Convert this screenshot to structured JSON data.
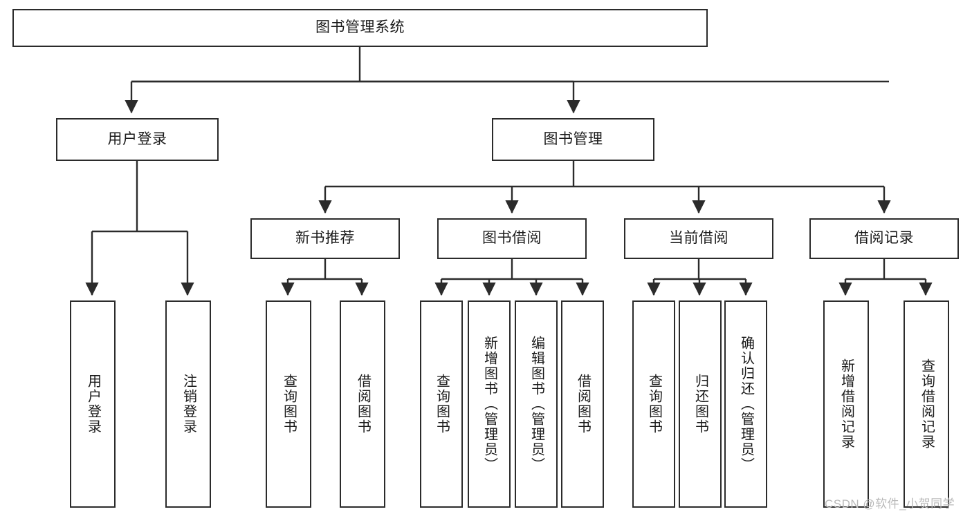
{
  "diagram": {
    "type": "hierarchy-tree",
    "title": "图书管理系统",
    "levels": 4,
    "nodes": {
      "root": {
        "label": "图书管理系统"
      },
      "level2": [
        {
          "id": "user-login",
          "label": "用户登录"
        },
        {
          "id": "book-management",
          "label": "图书管理"
        }
      ],
      "level3": [
        {
          "id": "new-book-recommend",
          "label": "新书推荐",
          "parent": "book-management"
        },
        {
          "id": "book-borrow",
          "label": "图书借阅",
          "parent": "book-management"
        },
        {
          "id": "current-borrow",
          "label": "当前借阅",
          "parent": "book-management"
        },
        {
          "id": "borrow-record",
          "label": "借阅记录",
          "parent": "book-management"
        }
      ],
      "leaves": {
        "user-login": [
          {
            "id": "leaf-user-login",
            "label": "用户登录"
          },
          {
            "id": "leaf-logout-login",
            "label": "注销登录"
          }
        ],
        "new-book-recommend": [
          {
            "id": "leaf-query-book-1",
            "label": "查询图书"
          },
          {
            "id": "leaf-borrow-book-1",
            "label": "借阅图书"
          }
        ],
        "book-borrow": [
          {
            "id": "leaf-query-book-2",
            "label": "查询图书"
          },
          {
            "id": "leaf-add-book",
            "label": "新增图书（管理员）"
          },
          {
            "id": "leaf-edit-book",
            "label": "编辑图书（管理员）"
          },
          {
            "id": "leaf-borrow-book-2",
            "label": "借阅图书"
          }
        ],
        "current-borrow": [
          {
            "id": "leaf-query-book-3",
            "label": "查询图书"
          },
          {
            "id": "leaf-return-book",
            "label": "归还图书"
          },
          {
            "id": "leaf-confirm-return",
            "label": "确认归还（管理员）"
          }
        ],
        "borrow-record": [
          {
            "id": "leaf-add-record",
            "label": "新增借阅记录"
          },
          {
            "id": "leaf-query-record",
            "label": "查询借阅记录"
          }
        ]
      }
    },
    "colors": {
      "border": "#2b2b2b",
      "background": "#ffffff",
      "text": "#1a1a1a",
      "watermark": "#b9b9b9"
    }
  },
  "watermark": {
    "text": "CSDN @软件_小贺同学"
  }
}
